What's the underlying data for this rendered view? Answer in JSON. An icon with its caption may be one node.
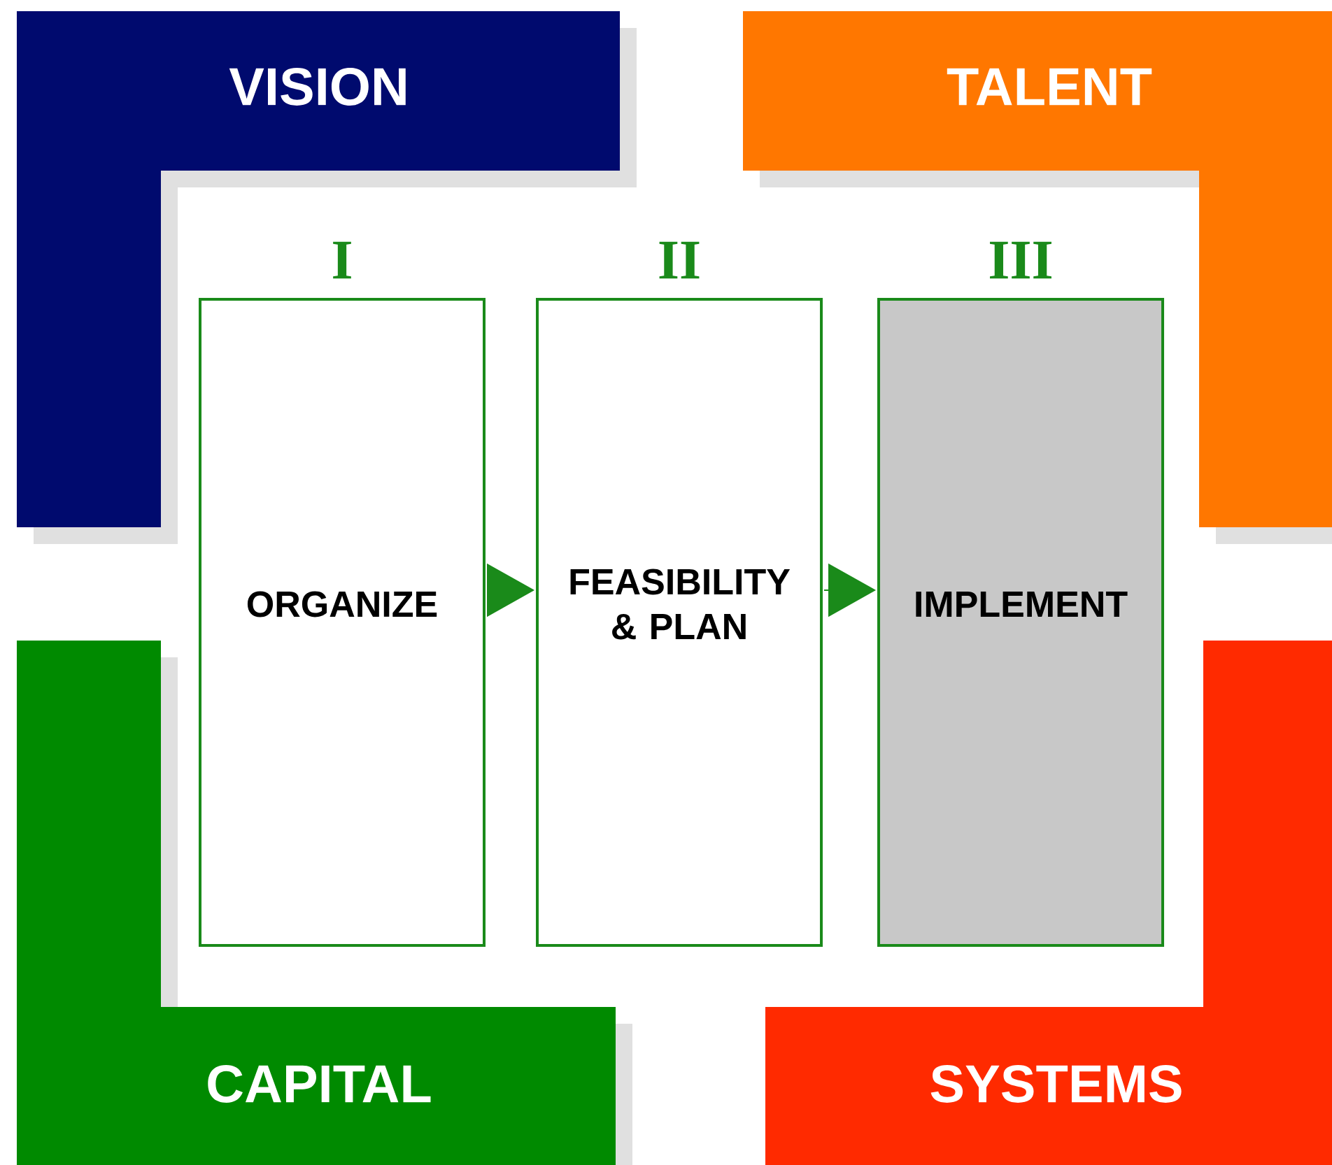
{
  "diagram": {
    "nodes": [
      {
        "text": [
          "VISION"
        ]
      },
      {
        "text": [
          "TALENT"
        ]
      },
      {
        "text": [
          "CAPITAL"
        ]
      },
      {
        "text": [
          "SYSTEMS"
        ]
      },
      {
        "text": [
          "I",
          "ORGANIZE"
        ]
      },
      {
        "text": [
          "II",
          "FEASIBILITY & PLAN"
        ]
      },
      {
        "text": [
          "III",
          "IMPLEMENT"
        ]
      }
    ],
    "edges": [
      {
        "from": 4,
        "to": 5,
        "arrow": "to"
      },
      {
        "from": 5,
        "to": 6,
        "arrow": "to"
      }
    ]
  }
}
